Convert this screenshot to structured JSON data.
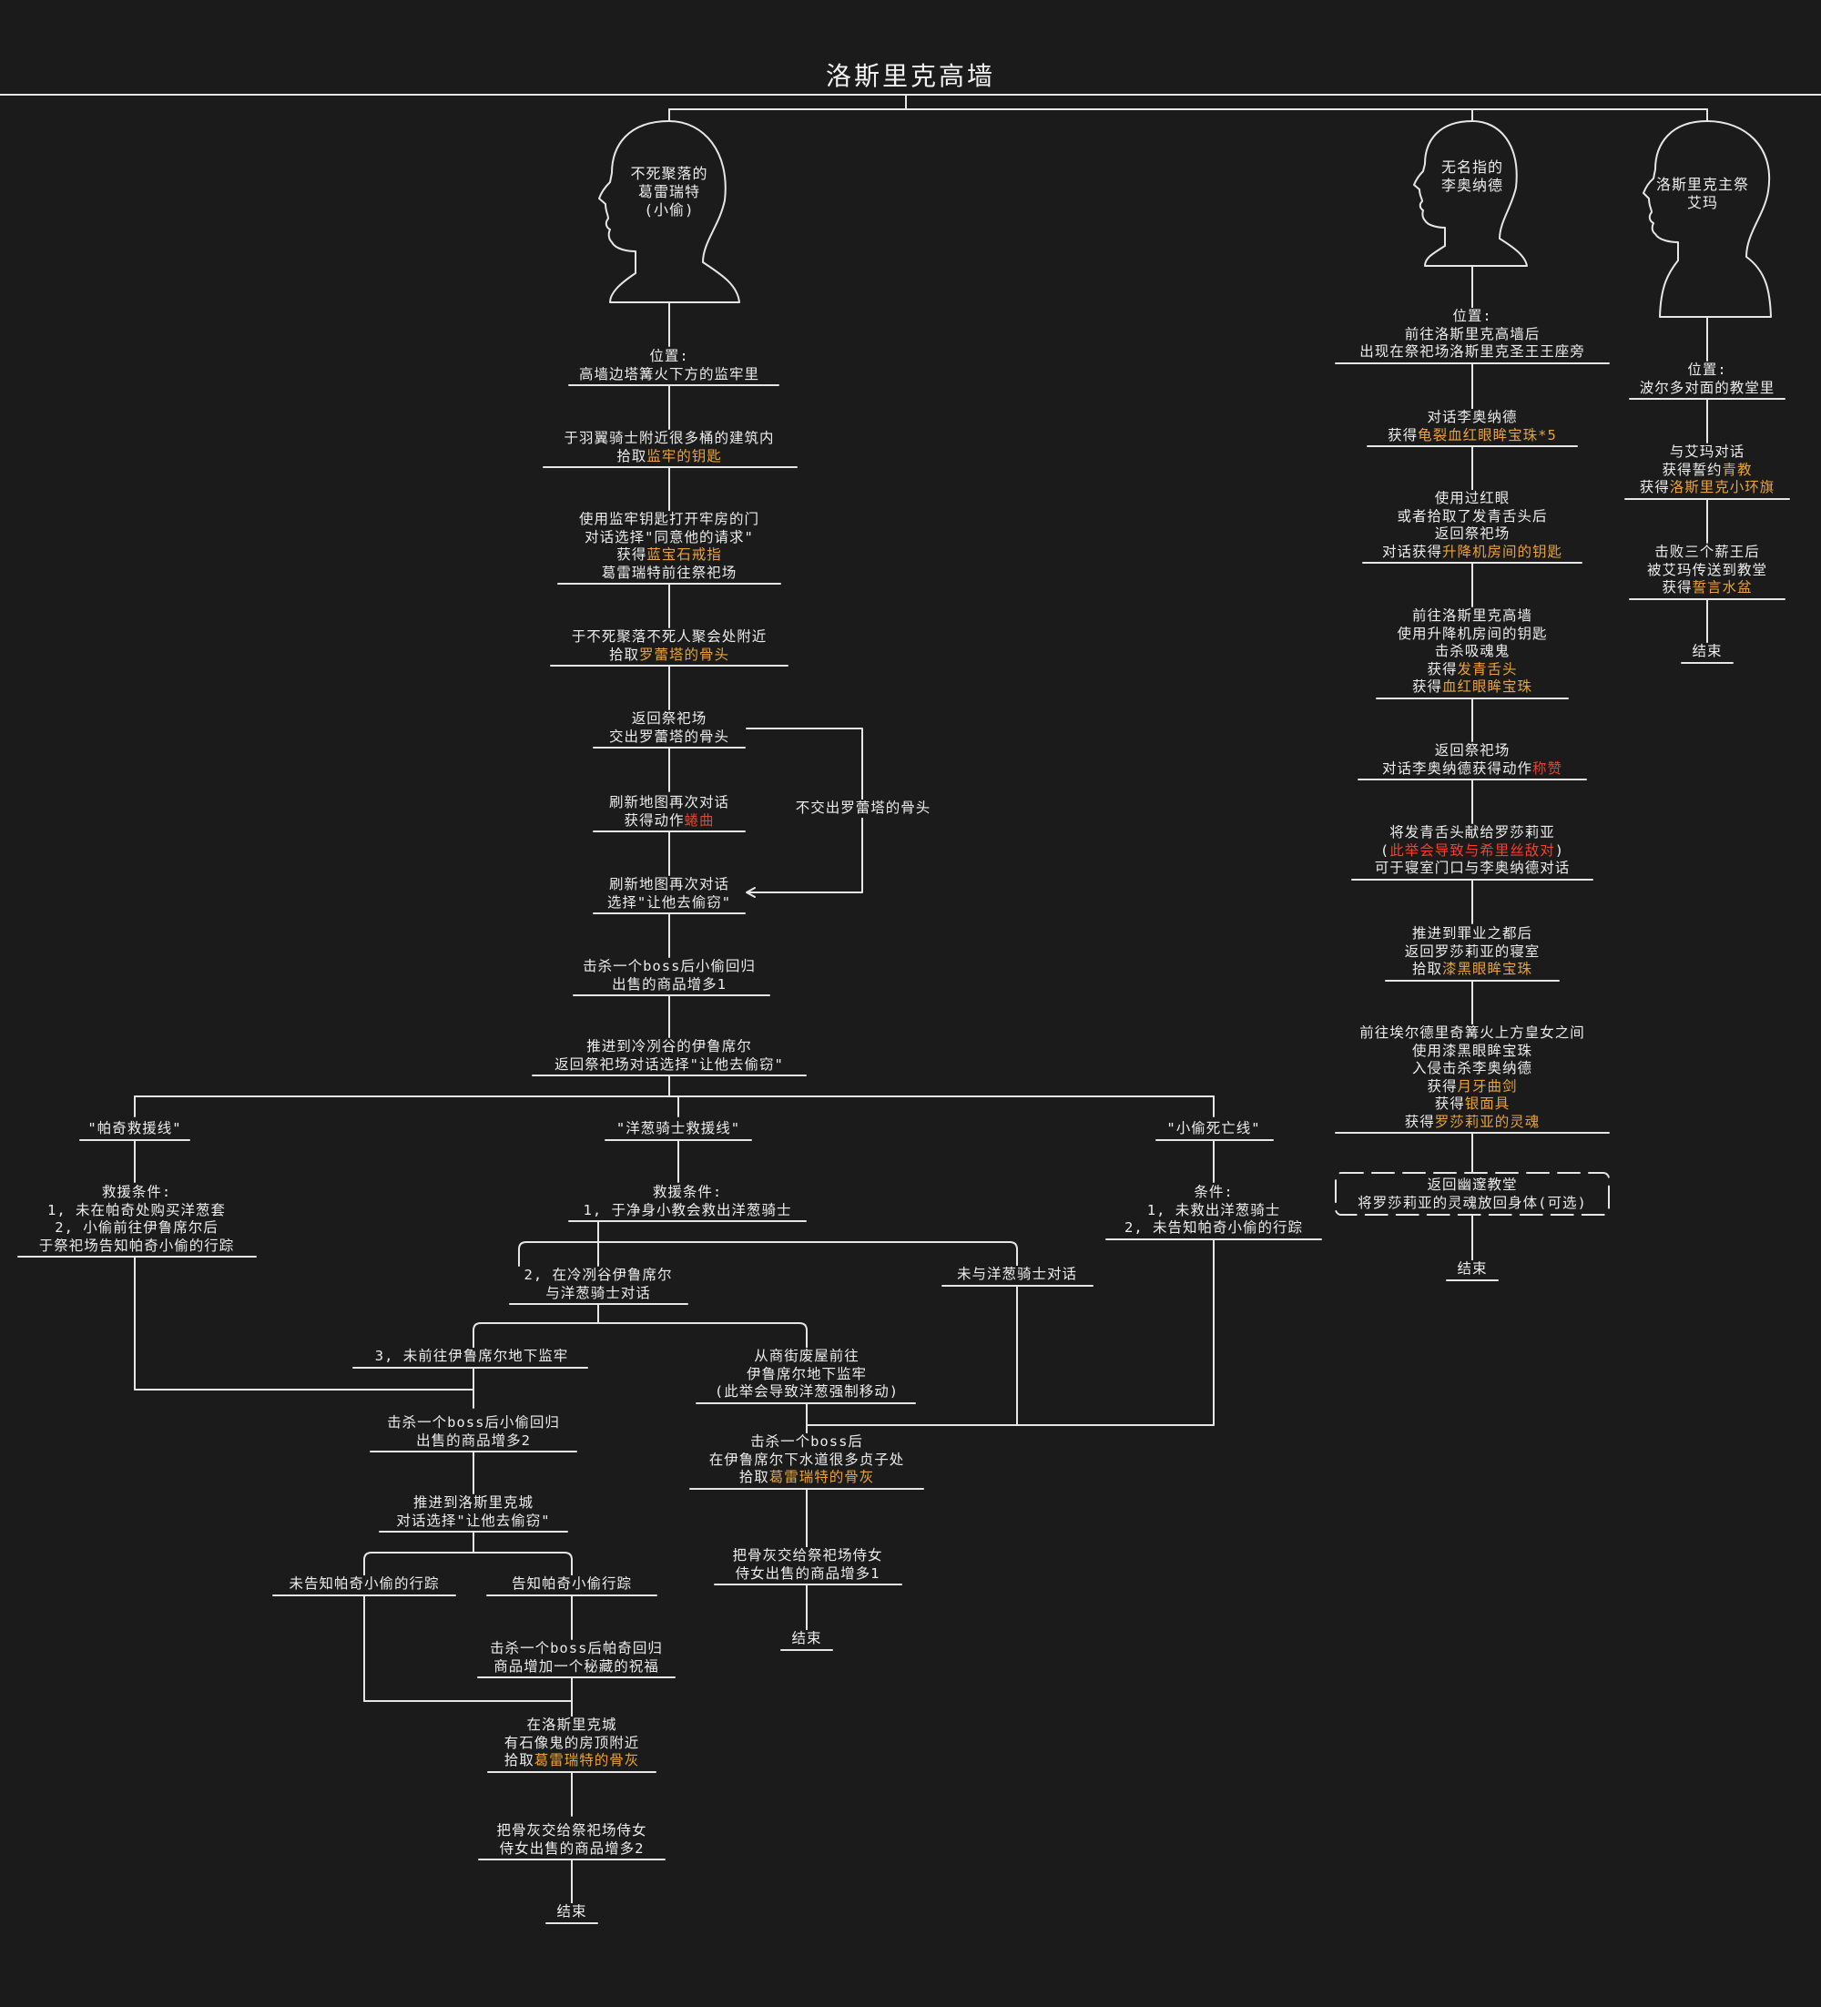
{
  "title": "洛斯里克高墙",
  "colors": {
    "background": "#1b1b1b",
    "line": "#e6e6e6",
    "item": "#e8a33a",
    "gesture": "#e0452e",
    "warning": "#ff3b2a"
  },
  "heads": {
    "greirat": [
      "不死聚落的",
      "葛雷瑞特",
      "(小偷)"
    ],
    "leonhard": [
      "无名指的",
      "李奥纳德"
    ],
    "emma": [
      "洛斯里克主祭",
      "艾玛"
    ]
  },
  "greirat": {
    "n1": [
      [
        {
          "t": "位置:"
        }
      ],
      [
        {
          "t": "高墙边塔篝火下方的监牢里"
        }
      ]
    ],
    "n2": [
      [
        {
          "t": "于羽翼骑士附近很多桶的建筑内"
        }
      ],
      [
        {
          "t": "拾取"
        },
        {
          "t": "监牢的钥匙",
          "c": "hl"
        }
      ]
    ],
    "n3": [
      [
        {
          "t": "使用监牢钥匙打开牢房的门"
        }
      ],
      [
        {
          "t": "对话选择\"同意他的请求\""
        }
      ],
      [
        {
          "t": "获得"
        },
        {
          "t": "蓝宝石戒指",
          "c": "hl"
        }
      ],
      [
        {
          "t": "葛雷瑞特前往祭祀场"
        }
      ]
    ],
    "n4": [
      [
        {
          "t": "于不死聚落不死人聚会处附近"
        }
      ],
      [
        {
          "t": "拾取"
        },
        {
          "t": "罗蕾塔的骨头",
          "c": "hl"
        }
      ]
    ],
    "n5": [
      [
        {
          "t": "返回祭祀场"
        }
      ],
      [
        {
          "t": "交出罗蕾塔的骨头"
        }
      ]
    ],
    "n6": [
      [
        {
          "t": "刷新地图再次对话"
        }
      ],
      [
        {
          "t": "获得动作"
        },
        {
          "t": "蜷曲",
          "c": "red"
        }
      ]
    ],
    "n7": [
      [
        {
          "t": "刷新地图再次对话"
        }
      ],
      [
        {
          "t": "选择\"让他去偷窃\""
        }
      ]
    ],
    "side": [
      [
        {
          "t": "不交出罗蕾塔的骨头"
        }
      ]
    ],
    "n8": [
      [
        {
          "t": "击杀一个boss后小偷回归"
        }
      ],
      [
        {
          "t": "出售的商品增多1"
        }
      ]
    ],
    "n9": [
      [
        {
          "t": "推进到冷冽谷的伊鲁席尔"
        }
      ],
      [
        {
          "t": "返回祭祀场对话选择\"让他去偷窃\""
        }
      ]
    ],
    "b1": [
      [
        {
          "t": "\"帕奇救援线\""
        }
      ]
    ],
    "b2": [
      [
        {
          "t": "\"洋葱骑士救援线\""
        }
      ]
    ],
    "b3": [
      [
        {
          "t": "\"小偷死亡线\""
        }
      ]
    ],
    "c1": [
      [
        {
          "t": "救援条件:"
        }
      ],
      [
        {
          "t": "1, 未在帕奇处购买洋葱套"
        }
      ],
      [
        {
          "t": "2, 小偷前往伊鲁席尔后"
        }
      ],
      [
        {
          "t": "于祭祀场告知帕奇小偷的行踪"
        }
      ]
    ],
    "c2": [
      [
        {
          "t": "救援条件:"
        }
      ],
      [
        {
          "t": "1, 于净身小教会救出洋葱骑士"
        }
      ]
    ],
    "c3": [
      [
        {
          "t": "条件:"
        }
      ],
      [
        {
          "t": "1, 未救出洋葱骑士"
        }
      ],
      [
        {
          "t": "2, 未告知帕奇小偷的行踪"
        }
      ]
    ],
    "o1": [
      [
        {
          "t": "2, 在冷冽谷伊鲁席尔"
        }
      ],
      [
        {
          "t": "与洋葱骑士对话"
        }
      ]
    ],
    "o2": [
      [
        {
          "t": "未与洋葱骑士对话"
        }
      ]
    ],
    "o3": [
      [
        {
          "t": "3, 未前往伊鲁席尔地下监牢"
        }
      ]
    ],
    "o4": [
      [
        {
          "t": "从商街废屋前往"
        }
      ],
      [
        {
          "t": "伊鲁席尔地下监牢"
        }
      ],
      [
        {
          "t": "(此举会导致洋葱强制移动)"
        }
      ]
    ],
    "p1": [
      [
        {
          "t": "击杀一个boss后小偷回归"
        }
      ],
      [
        {
          "t": "出售的商品增多2"
        }
      ]
    ],
    "p2": [
      [
        {
          "t": "推进到洛斯里克城"
        }
      ],
      [
        {
          "t": "对话选择\"让他去偷窃\""
        }
      ]
    ],
    "p3": [
      [
        {
          "t": "未告知帕奇小偷的行踪"
        }
      ]
    ],
    "p4": [
      [
        {
          "t": "告知帕奇小偷行踪"
        }
      ]
    ],
    "p5": [
      [
        {
          "t": "击杀一个boss后帕奇回归"
        }
      ],
      [
        {
          "t": "商品增加一个秘藏的祝福"
        }
      ]
    ],
    "p6": [
      [
        {
          "t": "在洛斯里克城"
        }
      ],
      [
        {
          "t": "有石像鬼的房顶附近"
        }
      ],
      [
        {
          "t": "拾取"
        },
        {
          "t": "葛雷瑞特的骨灰",
          "c": "hl"
        }
      ]
    ],
    "p7": [
      [
        {
          "t": "把骨灰交给祭祀场侍女"
        }
      ],
      [
        {
          "t": "侍女出售的商品增多2"
        }
      ]
    ],
    "p8": [
      [
        {
          "t": "结束"
        }
      ]
    ],
    "d1": [
      [
        {
          "t": "击杀一个boss后"
        }
      ],
      [
        {
          "t": "在伊鲁席尔下水道很多贞子处"
        }
      ],
      [
        {
          "t": "拾取"
        },
        {
          "t": "葛雷瑞特的骨灰",
          "c": "hl"
        }
      ]
    ],
    "d2": [
      [
        {
          "t": "把骨灰交给祭祀场侍女"
        }
      ],
      [
        {
          "t": "侍女出售的商品增多1"
        }
      ]
    ],
    "d3": [
      [
        {
          "t": "结束"
        }
      ]
    ]
  },
  "leonhard": {
    "l1": [
      [
        {
          "t": "位置:"
        }
      ],
      [
        {
          "t": "前往洛斯里克高墙后"
        }
      ],
      [
        {
          "t": "出现在祭祀场洛斯里克圣王王座旁"
        }
      ]
    ],
    "l2": [
      [
        {
          "t": "对话李奥纳德"
        }
      ],
      [
        {
          "t": "获得"
        },
        {
          "t": "龟裂血红眼眸宝珠*5",
          "c": "hl"
        }
      ]
    ],
    "l3": [
      [
        {
          "t": "使用过红眼"
        }
      ],
      [
        {
          "t": "或者拾取了发青舌头后"
        }
      ],
      [
        {
          "t": "返回祭祀场"
        }
      ],
      [
        {
          "t": "对话获得"
        },
        {
          "t": "升降机房间的钥匙",
          "c": "hl"
        }
      ]
    ],
    "l4": [
      [
        {
          "t": "前往洛斯里克高墙"
        }
      ],
      [
        {
          "t": "使用升降机房间的钥匙"
        }
      ],
      [
        {
          "t": "击杀吸魂鬼"
        }
      ],
      [
        {
          "t": "获得"
        },
        {
          "t": "发青舌头",
          "c": "hl"
        }
      ],
      [
        {
          "t": "获得"
        },
        {
          "t": "血红眼眸宝珠",
          "c": "hl"
        }
      ]
    ],
    "l5": [
      [
        {
          "t": "返回祭祀场"
        }
      ],
      [
        {
          "t": "对话李奥纳德获得动作"
        },
        {
          "t": "称赞",
          "c": "red"
        }
      ]
    ],
    "l6": [
      [
        {
          "t": "将发青舌头献给罗莎莉亚"
        }
      ],
      [
        {
          "t": "("
        },
        {
          "t": "此举会导致与希里丝敌对",
          "c": "crit"
        },
        {
          "t": ")"
        }
      ],
      [
        {
          "t": "可于寝室门口与李奥纳德对话"
        }
      ]
    ],
    "l7": [
      [
        {
          "t": "推进到罪业之都后"
        }
      ],
      [
        {
          "t": "返回罗莎莉亚的寝室"
        }
      ],
      [
        {
          "t": "拾取"
        },
        {
          "t": "漆黑眼眸宝珠",
          "c": "hl"
        }
      ]
    ],
    "l8": [
      [
        {
          "t": "前往埃尔德里奇篝火上方皇女之间"
        }
      ],
      [
        {
          "t": "使用漆黑眼眸宝珠"
        }
      ],
      [
        {
          "t": "入侵击杀李奥纳德"
        }
      ],
      [
        {
          "t": "获得"
        },
        {
          "t": "月牙曲剑",
          "c": "hl"
        }
      ],
      [
        {
          "t": "获得"
        },
        {
          "t": "银面具",
          "c": "hl"
        }
      ],
      [
        {
          "t": "获得"
        },
        {
          "t": "罗莎莉亚的灵魂",
          "c": "hl"
        }
      ]
    ],
    "l9": [
      [
        {
          "t": "返回幽邃教堂"
        }
      ],
      [
        {
          "t": "将罗莎莉亚的灵魂放回身体(可选)"
        }
      ]
    ],
    "l10": [
      [
        {
          "t": "结束"
        }
      ]
    ]
  },
  "emma": {
    "e1": [
      [
        {
          "t": "位置:"
        }
      ],
      [
        {
          "t": "波尔多对面的教堂里"
        }
      ]
    ],
    "e2": [
      [
        {
          "t": "与艾玛对话"
        }
      ],
      [
        {
          "t": "获得誓约"
        },
        {
          "t": "青教",
          "c": "hl"
        }
      ],
      [
        {
          "t": "获得"
        },
        {
          "t": "洛斯里克小环旗",
          "c": "hl"
        }
      ]
    ],
    "e3": [
      [
        {
          "t": "击败三个薪王后"
        }
      ],
      [
        {
          "t": "被艾玛传送到教堂"
        }
      ],
      [
        {
          "t": "获得"
        },
        {
          "t": "誓言水盆",
          "c": "hl"
        }
      ]
    ],
    "e4": [
      [
        {
          "t": "结束"
        }
      ]
    ]
  }
}
